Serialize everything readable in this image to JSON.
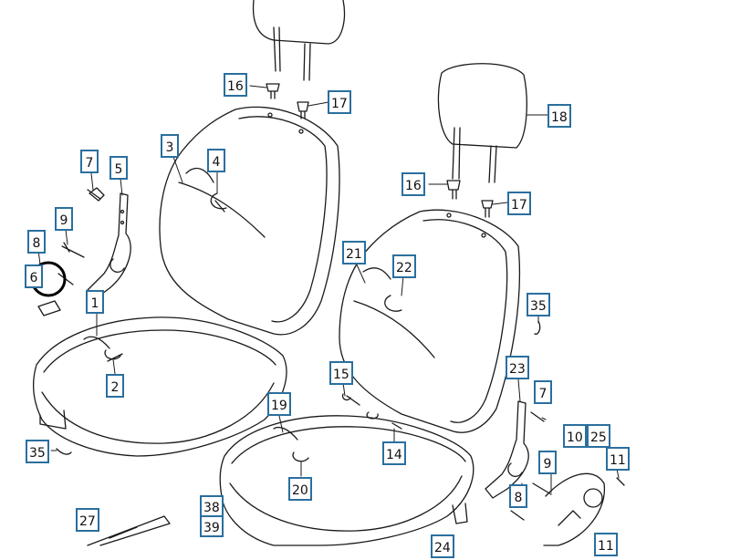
{
  "diagram": {
    "callouts": [
      {
        "id": "c3",
        "label": "3"
      },
      {
        "id": "c4",
        "label": "4"
      },
      {
        "id": "c5",
        "label": "5"
      },
      {
        "id": "c7a",
        "label": "7"
      },
      {
        "id": "c8a",
        "label": "8"
      },
      {
        "id": "c6",
        "label": "6"
      },
      {
        "id": "c9a",
        "label": "9"
      },
      {
        "id": "c1",
        "label": "1"
      },
      {
        "id": "c2",
        "label": "2"
      },
      {
        "id": "c35a",
        "label": "35"
      },
      {
        "id": "c16a",
        "label": "16"
      },
      {
        "id": "c17a",
        "label": "17"
      },
      {
        "id": "c18",
        "label": "18"
      },
      {
        "id": "c16b",
        "label": "16"
      },
      {
        "id": "c17b",
        "label": "17"
      },
      {
        "id": "c21",
        "label": "21"
      },
      {
        "id": "c22",
        "label": "22"
      },
      {
        "id": "c35b",
        "label": "35"
      },
      {
        "id": "c15",
        "label": "15"
      },
      {
        "id": "c23",
        "label": "23"
      },
      {
        "id": "c7b",
        "label": "7"
      },
      {
        "id": "c19",
        "label": "19"
      },
      {
        "id": "c14",
        "label": "14"
      },
      {
        "id": "c20",
        "label": "20"
      },
      {
        "id": "c10",
        "label": "10"
      },
      {
        "id": "c25",
        "label": "25"
      },
      {
        "id": "c9b",
        "label": "9"
      },
      {
        "id": "c11a",
        "label": "11"
      },
      {
        "id": "c8b",
        "label": "8"
      },
      {
        "id": "c27",
        "label": "27"
      },
      {
        "id": "c38",
        "label": "38"
      },
      {
        "id": "c39",
        "label": "39"
      },
      {
        "id": "c24",
        "label": "24"
      },
      {
        "id": "c11b",
        "label": "11"
      }
    ]
  },
  "colors": {
    "callout_border": "#2a6f9e",
    "line_art": "#1a1a1a",
    "highlight_circle": "#000000"
  }
}
